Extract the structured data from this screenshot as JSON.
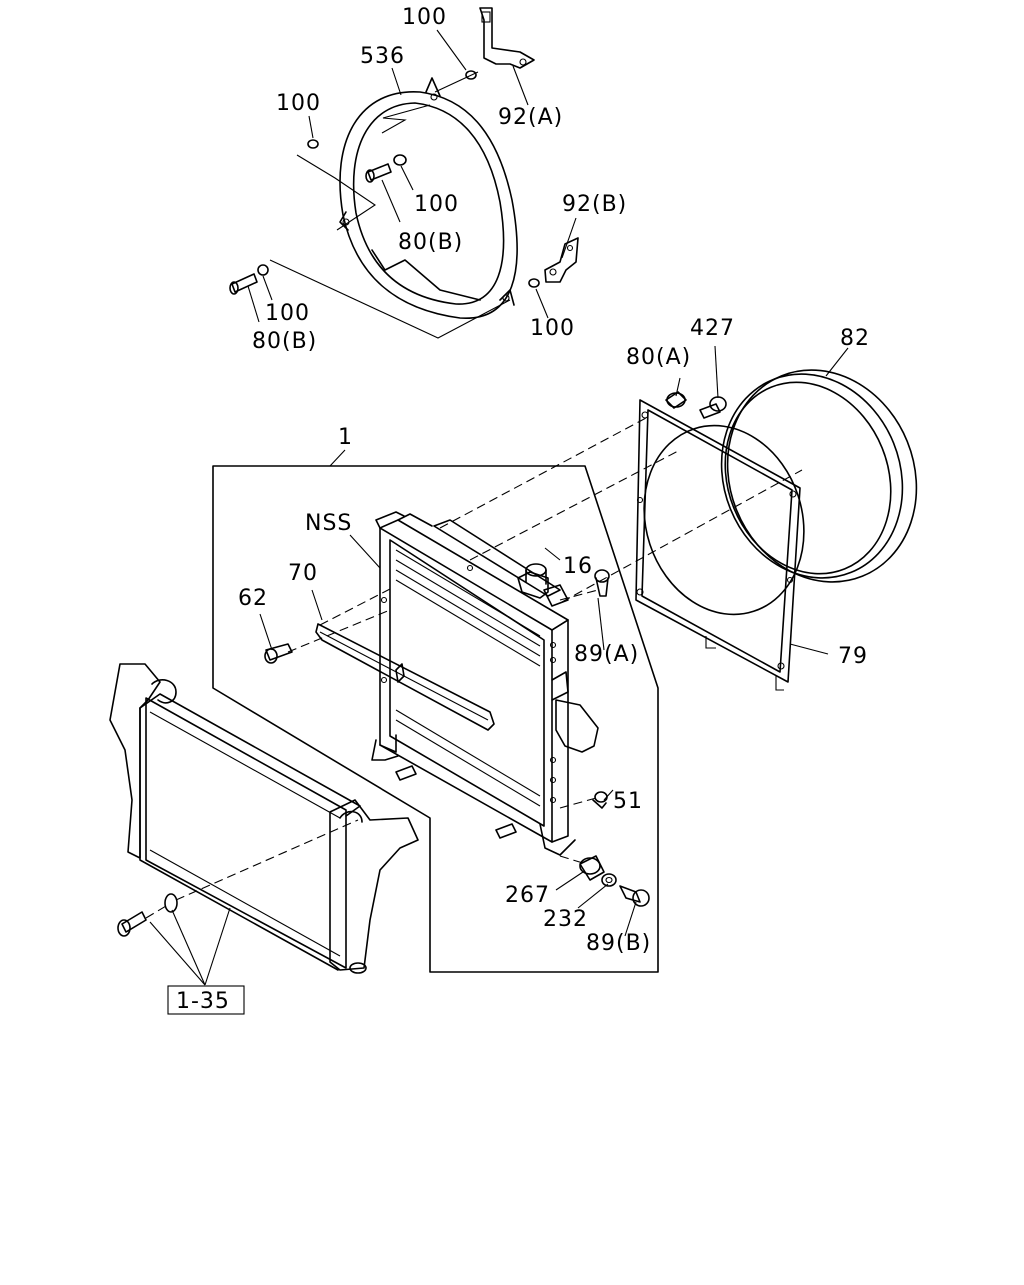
{
  "labels": {
    "l100_top": "100",
    "l536": "536",
    "l92a": "92(A)",
    "l100_left": "100",
    "l100_mid": "100",
    "l80b_mid": "80(B)",
    "l92b": "92(B)",
    "l100_bl": "100",
    "l80b_bl": "80(B)",
    "l100_br": "100",
    "l427": "427",
    "l82": "82",
    "l80a": "80(A)",
    "l1": "1",
    "lnss": "NSS",
    "l16": "16",
    "l70": "70",
    "l62": "62",
    "l89a": "89(A)",
    "l79": "79",
    "l51": "51",
    "l267": "267",
    "l232": "232",
    "l89b": "89(B)",
    "l1_35": "1-35"
  }
}
